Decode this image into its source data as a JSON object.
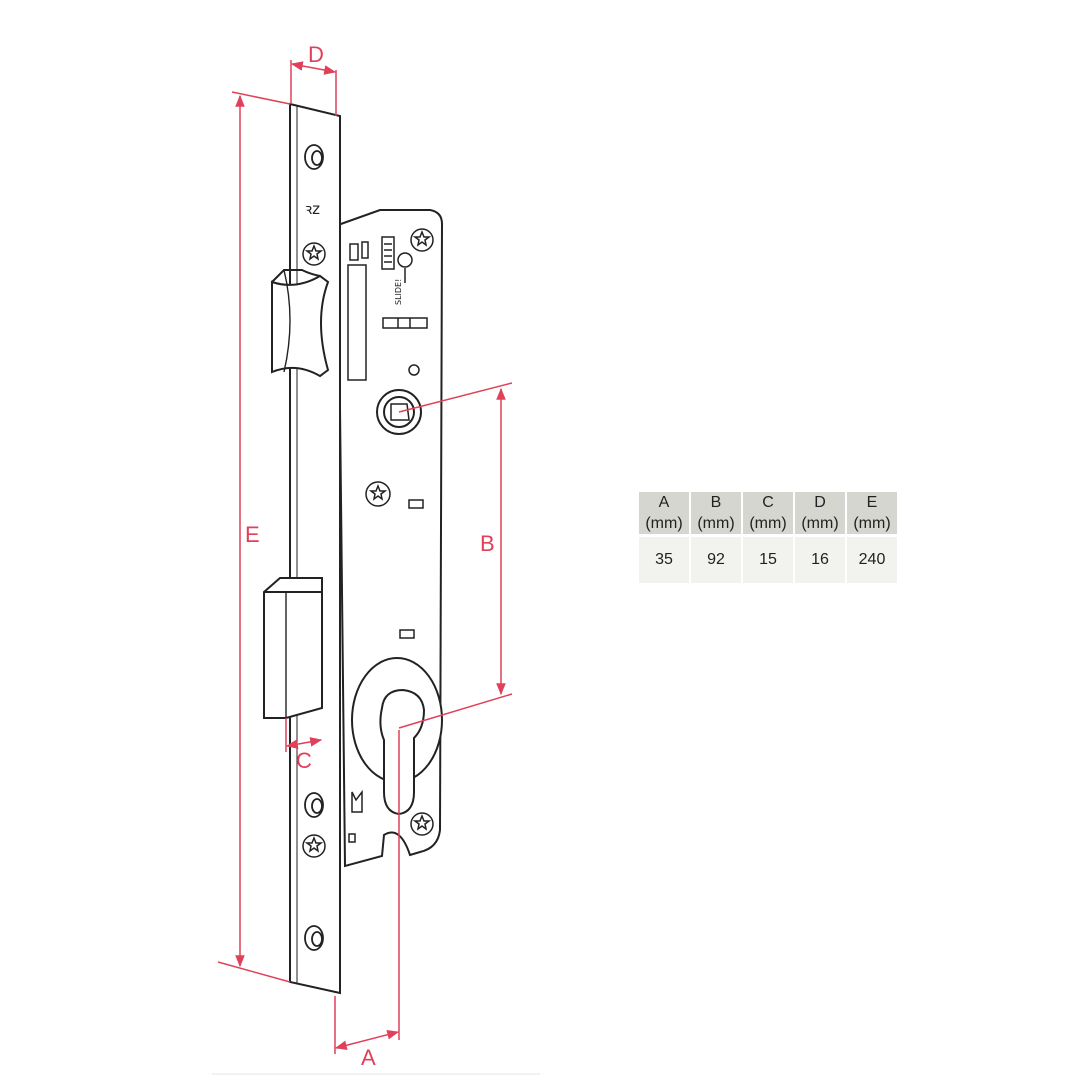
{
  "colors": {
    "dimension": "#e0405a",
    "outline": "#222222",
    "table_header_bg": "#d6d6d0",
    "table_cell_bg": "#f2f2ee"
  },
  "dimension_labels": {
    "a": "A",
    "b": "B",
    "c": "C",
    "d": "D",
    "e": "E"
  },
  "plate_marks": {
    "logo_mark": "ꝛz",
    "side_text": "SLIDE!"
  },
  "spec_table": {
    "headers": [
      {
        "letter": "A",
        "unit": "(mm)"
      },
      {
        "letter": "B",
        "unit": "(mm)"
      },
      {
        "letter": "C",
        "unit": "(mm)"
      },
      {
        "letter": "D",
        "unit": "(mm)"
      },
      {
        "letter": "E",
        "unit": "(mm)"
      }
    ],
    "values": [
      "35",
      "92",
      "15",
      "16",
      "240"
    ]
  }
}
